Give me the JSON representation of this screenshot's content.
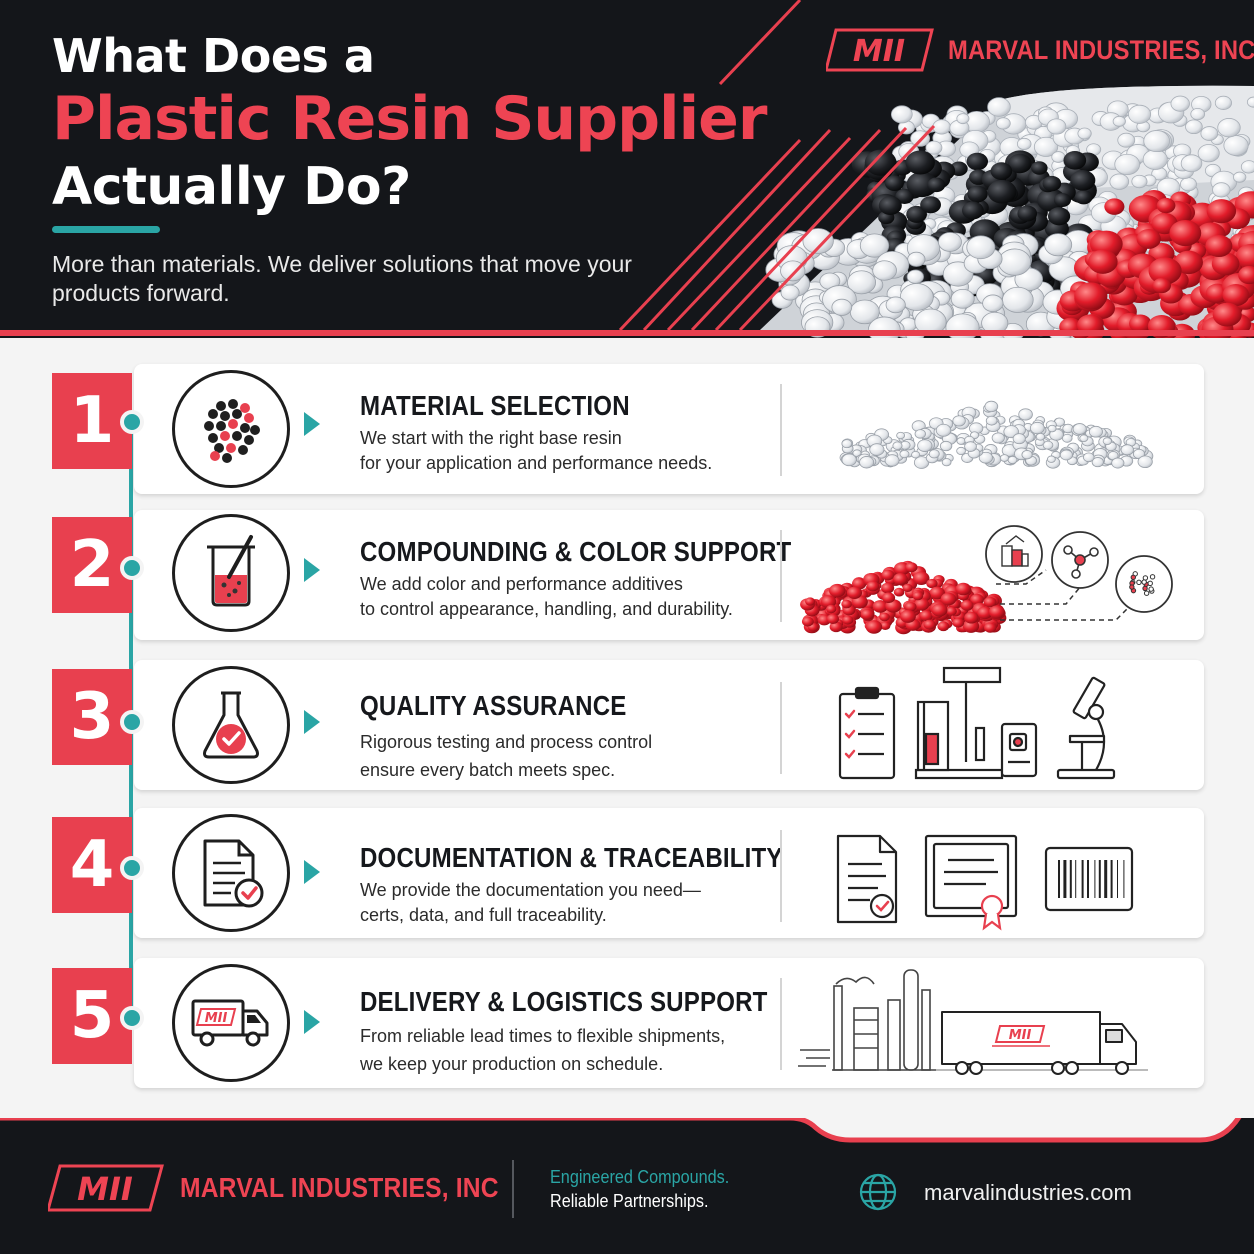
{
  "header": {
    "title_line1": "What Does a",
    "title_line2": "Plastic Resin Supplier",
    "title_line3": "Actually Do?",
    "subtitle": "More than materials. We deliver solutions that move your products forward.",
    "logo_text": "MII",
    "company_name": "MARVAL INDUSTRIES, INC"
  },
  "steps": [
    {
      "number": "1",
      "title": "MATERIAL SELECTION",
      "line1": "We start with the right base resin",
      "line2": "for your application and performance needs.",
      "icon": "pellets-icon"
    },
    {
      "number": "2",
      "title": "COMPOUNDING & COLOR SUPPORT",
      "line1": "We add color and performance additives",
      "line2": "to control appearance, handling, and durability.",
      "icon": "beaker-icon"
    },
    {
      "number": "3",
      "title": "QUALITY ASSURANCE",
      "line1": "Rigorous testing and process control",
      "line2": "ensure every batch meets spec.",
      "icon": "flask-check-icon"
    },
    {
      "number": "4",
      "title": "DOCUMENTATION & TRACEABILITY",
      "line1": "We provide the documentation you need—",
      "line2": "certs, data, and full traceability.",
      "icon": "document-check-icon"
    },
    {
      "number": "5",
      "title": "DELIVERY & LOGISTICS SUPPORT",
      "line1": "From reliable lead times to flexible shipments,",
      "line2": "we keep your production on schedule.",
      "icon": "delivery-truck-icon",
      "truck_logo": "MII"
    }
  ],
  "footer": {
    "logo_text": "MII",
    "company_name": "MARVAL INDUSTRIES, INC",
    "tagline_line1": "Engineered Compounds.",
    "tagline_line2": "Reliable Partnerships.",
    "website": "marvalindustries.com"
  },
  "colors": {
    "accent_red": "#e8404f",
    "accent_teal": "#2aa5a5",
    "dark_bg": "#14161a"
  }
}
